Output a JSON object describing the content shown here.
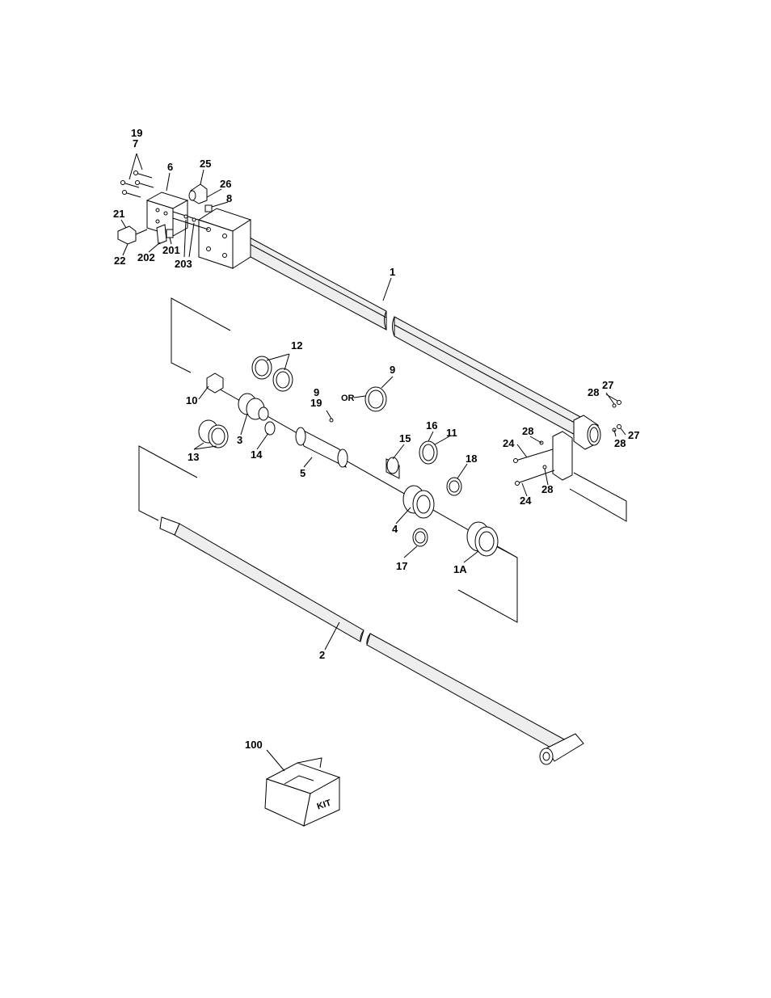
{
  "callouts": {
    "c19a": "19",
    "c7": "7",
    "c6": "6",
    "c25": "25",
    "c26": "26",
    "c8": "8",
    "c21": "21",
    "c22": "22",
    "c202": "202",
    "c201": "201",
    "c203": "203",
    "c1": "1",
    "c12": "12",
    "c10": "10",
    "c13": "13",
    "c3": "3",
    "c14": "14",
    "c9a": "9",
    "c19b": "19",
    "c_or": "OR",
    "c9b": "9",
    "c5": "5",
    "c15": "15",
    "c16": "16",
    "c11": "11",
    "c18": "18",
    "c4": "4",
    "c17": "17",
    "c1a": "1A",
    "c27a": "27",
    "c28a": "28",
    "c28b": "28",
    "c24a": "24",
    "c27b": "27",
    "c28c": "28",
    "c28d": "28",
    "c24b": "24",
    "c2": "2",
    "c100": "100"
  },
  "kit_label": "KIT"
}
